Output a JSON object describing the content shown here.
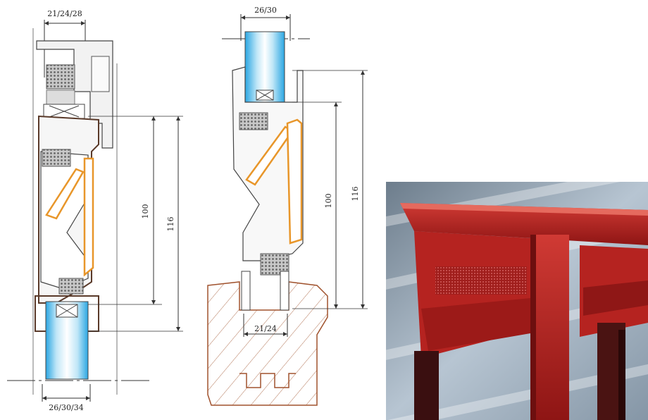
{
  "diagram_left": {
    "top_width": "21/24/28",
    "bottom_width": "26/30/34",
    "inner_height": "100",
    "outer_height": "116"
  },
  "diagram_middle": {
    "top_width": "26/30",
    "bottom_width": "21/24",
    "inner_height": "100",
    "outer_height": "116"
  },
  "colors": {
    "profile_stroke": "#444444",
    "frame_fill": "#f4f4f4",
    "orange_part": "#e8962a",
    "glass": "#3ab4e6",
    "wood_stroke": "#a0522d",
    "photo_red": "#b5201f"
  }
}
